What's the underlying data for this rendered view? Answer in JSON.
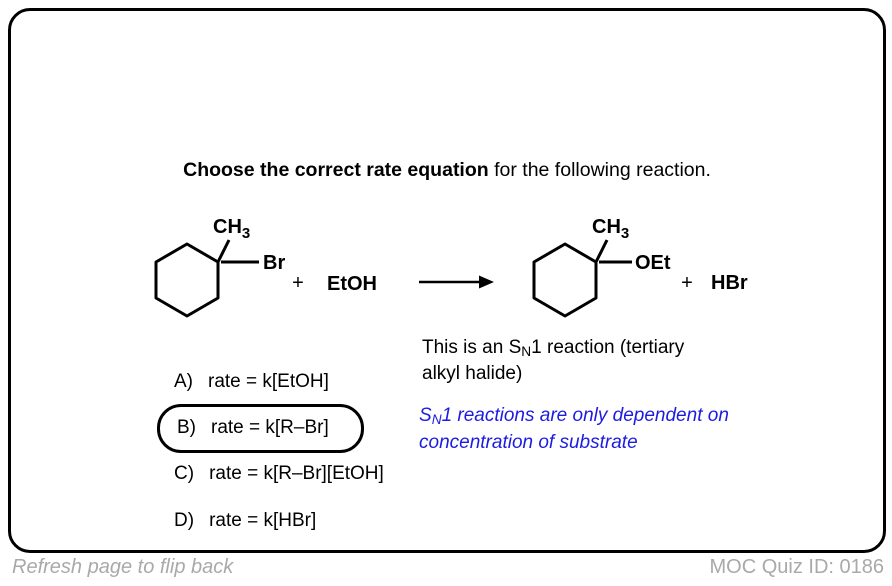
{
  "colors": {
    "ink": "#000000",
    "accent_blue": "#1c1ce0",
    "muted_gray": "#a9a9a9"
  },
  "title": {
    "bold": "Choose the correct rate equation",
    "rest": " for the following reaction."
  },
  "reaction": {
    "reactant": {
      "methyl_main": "CH",
      "methyl_sub": "3",
      "halide": "Br"
    },
    "plus1": "+",
    "ethanol": "EtOH",
    "product": {
      "methyl_main": "CH",
      "methyl_sub": "3",
      "ether": "OEt"
    },
    "plus2": "+",
    "hbr": "HBr"
  },
  "note": {
    "line1_pre": "This is an S",
    "line1_sub": "N",
    "line1_post": "1 reaction (tertiary",
    "line2": "alkyl halide)"
  },
  "hint": {
    "line1_pre": "S",
    "line1_sub": "N",
    "line1_post": "1 reactions are only dependent on",
    "line2": "concentration of substrate",
    "color": "#1c1ce0"
  },
  "options": [
    {
      "letter": "A)",
      "text": "rate = k[EtOH]",
      "selected": false
    },
    {
      "letter": "B)",
      "text": "rate = k[R–Br]",
      "selected": true
    },
    {
      "letter": "C)",
      "text": "rate = k[R–Br][EtOH]",
      "selected": false
    },
    {
      "letter": "D)",
      "text": "rate = k[HBr]",
      "selected": false
    }
  ],
  "footer": {
    "left": "Refresh page to flip back",
    "right": "MOC Quiz ID: 0186"
  }
}
